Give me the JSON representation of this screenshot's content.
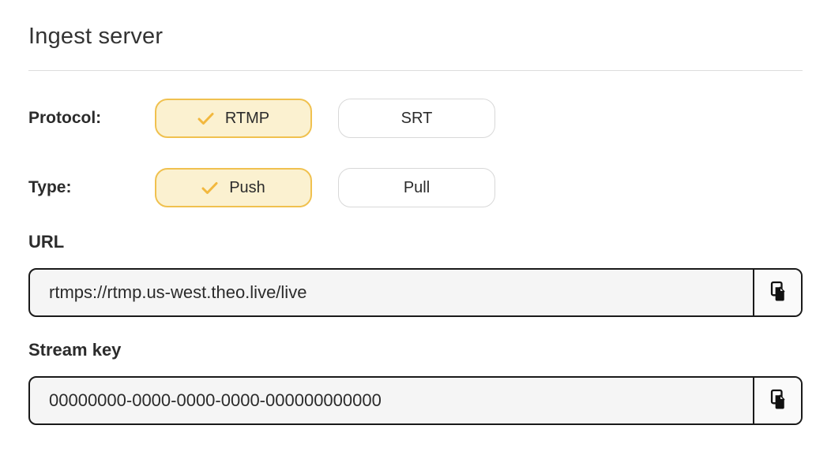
{
  "page": {
    "title": "Ingest server"
  },
  "colors": {
    "accent_border": "#f0c14f",
    "accent_fill": "#fbf1d0",
    "accent_check": "#f2b83e",
    "input_border": "#1a1a1a",
    "input_bg": "#f5f5f5",
    "divider": "#dcdcdc",
    "text": "#2b2b2b"
  },
  "icons": {
    "selected_option": "check-icon",
    "copy": "copy-icon"
  },
  "protocol": {
    "label": "Protocol:",
    "options": [
      {
        "label": "RTMP",
        "selected": true
      },
      {
        "label": "SRT",
        "selected": false
      }
    ]
  },
  "type": {
    "label": "Type:",
    "options": [
      {
        "label": "Push",
        "selected": true
      },
      {
        "label": "Pull",
        "selected": false
      }
    ]
  },
  "url": {
    "label": "URL",
    "value": "rtmps://rtmp.us-west.theo.live/live"
  },
  "stream_key": {
    "label": "Stream key",
    "value": "00000000-0000-0000-0000-000000000000"
  }
}
